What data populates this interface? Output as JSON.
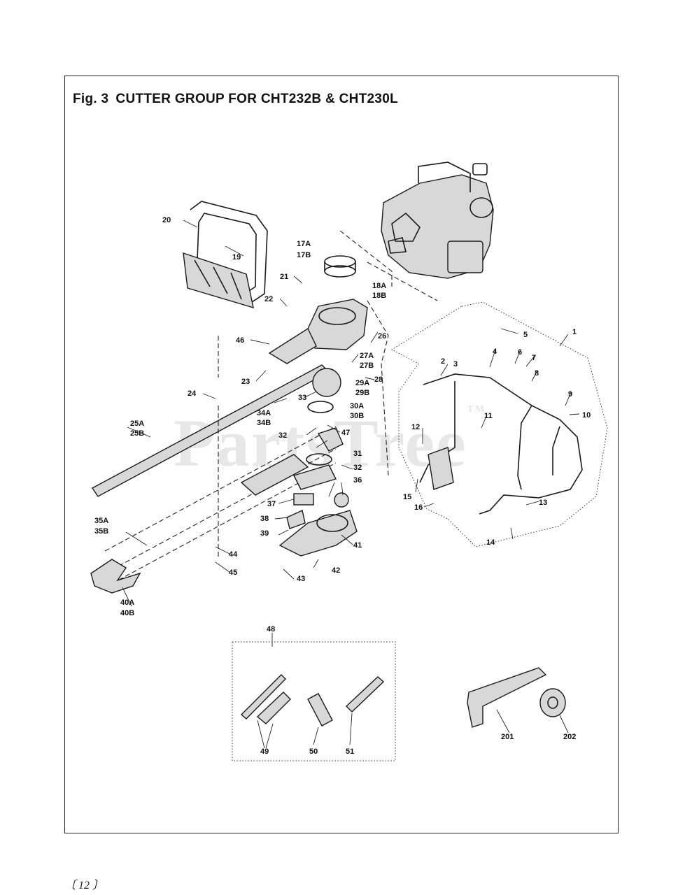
{
  "figure": {
    "number_label": "Fig. 3",
    "title": "CUTTER GROUP FOR CHT232B & CHT230L"
  },
  "watermark": {
    "text": "PartsTree",
    "tm": "TM"
  },
  "page_number": "〔 12 〕",
  "callouts": {
    "c1": "1",
    "c2": "2",
    "c3": "3",
    "c4": "4",
    "c5": "5",
    "c6": "6",
    "c7": "7",
    "c8": "8",
    "c9": "9",
    "c10": "10",
    "c11": "11",
    "c12": "12",
    "c13": "13",
    "c14": "14",
    "c15": "15",
    "c16": "16",
    "c17a": "17A",
    "c17b": "17B",
    "c18a": "18A",
    "c18b": "18B",
    "c19": "19",
    "c20": "20",
    "c21": "21",
    "c22": "22",
    "c23": "23",
    "c24": "24",
    "c25a": "25A",
    "c25b": "25B",
    "c26": "26",
    "c27a": "27A",
    "c27b": "27B",
    "c28": "28",
    "c29a": "29A",
    "c29b": "29B",
    "c30a": "30A",
    "c30b": "30B",
    "c31": "31",
    "c32a": "32",
    "c32b": "32",
    "c33": "33",
    "c34a": "34A",
    "c34b": "34B",
    "c35a": "35A",
    "c35b": "35B",
    "c36": "36",
    "c37": "37",
    "c38": "38",
    "c39": "39",
    "c40a": "40A",
    "c40b": "40B",
    "c41": "41",
    "c42": "42",
    "c43": "43",
    "c44": "44",
    "c45": "45",
    "c46": "46",
    "c47": "47",
    "c48": "48",
    "c49": "49",
    "c50": "50",
    "c51": "51",
    "c201": "201",
    "c202": "202"
  }
}
